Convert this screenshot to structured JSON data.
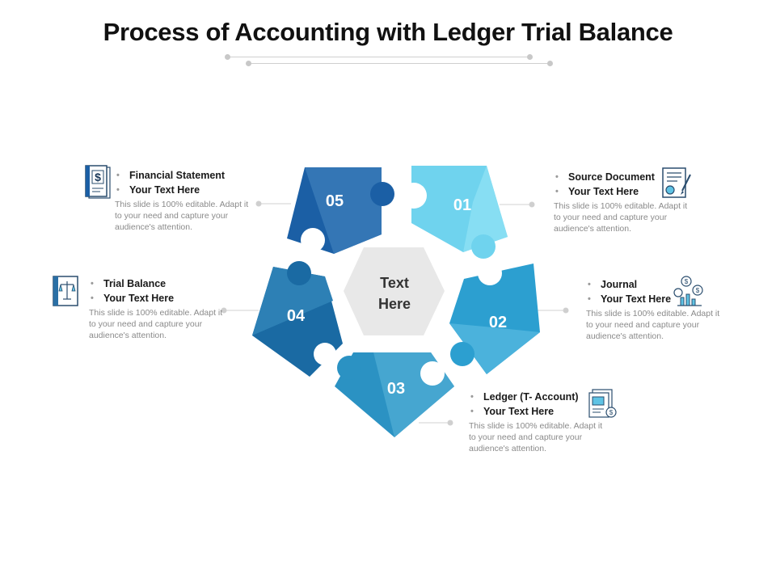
{
  "title": "Process of Accounting with Ledger Trial Balance",
  "center": {
    "line1": "Text",
    "line2": "Here"
  },
  "steps": [
    {
      "number": "01",
      "heading": "Source Document",
      "subheading": "Your Text Here",
      "body": "This slide is 100% editable. Adapt it to your need and capture your audience's attention.",
      "icon": "certificate-document-icon",
      "color": "#6fd3ee",
      "shade": "#87def3"
    },
    {
      "number": "02",
      "heading": "Journal",
      "subheading": "Your Text Here",
      "body": "This slide is 100% editable. Adapt it to your need and capture your audience's attention.",
      "icon": "finance-chart-icon",
      "color": "#2c9fd0",
      "shade": "#4bb2dc"
    },
    {
      "number": "03",
      "heading": "Ledger (T- Account)",
      "subheading": "Your Text Here",
      "body": "This slide is 100% editable. Adapt it to your need and capture your audience's attention.",
      "icon": "ledger-book-icon",
      "color": "#2b92c3",
      "shade": "#46a6d0"
    },
    {
      "number": "04",
      "heading": "Trial Balance",
      "subheading": "Your Text Here",
      "body": "This slide is 100% editable. Adapt it to your need and capture your audience's attention.",
      "icon": "balance-scale-icon",
      "color": "#1a6aa3",
      "shade": "#2d80b5"
    },
    {
      "number": "05",
      "heading": "Financial Statement",
      "subheading": "Your Text Here",
      "body": "This slide is 100% editable. Adapt it to your need and capture your audience's attention.",
      "icon": "dollar-document-icon",
      "color": "#1b5fa5",
      "shade": "#3476b5"
    }
  ]
}
